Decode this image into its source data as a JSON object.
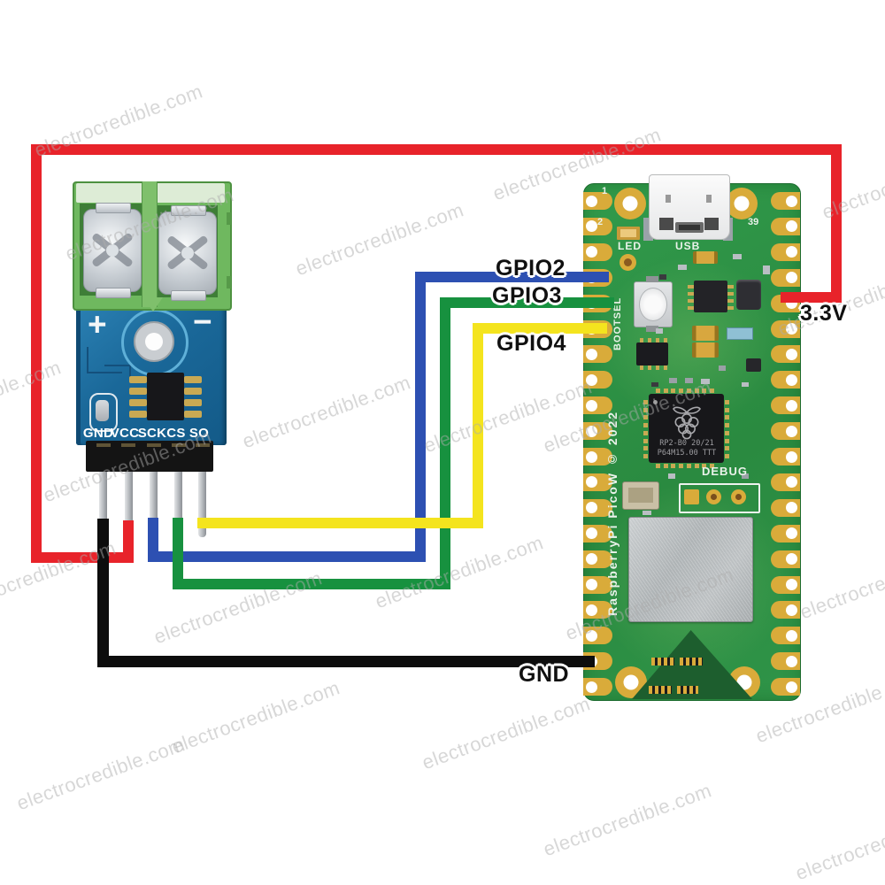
{
  "watermark": "electrocredible.com",
  "module": {
    "terminal_plus": "+",
    "terminal_minus": "−",
    "pins": [
      "GND",
      "VCC",
      "SCK",
      "CS",
      "SO"
    ]
  },
  "pico": {
    "pin1": "1",
    "pin2": "2",
    "pin39": "39",
    "led_label": "LED",
    "usb_label": "USB",
    "bootsel_label": "BOOTSEL",
    "debug_label": "DEBUG",
    "silkscreen": "RaspberryPi PicoW © 2022",
    "chip_line1": "RP2-B0  20/21",
    "chip_line2": "P64M15.00 TTT"
  },
  "connections": {
    "gpio2": {
      "label": "GPIO2",
      "module_pin": "SCK",
      "color": "#2d50b2"
    },
    "gpio3": {
      "label": "GPIO3",
      "module_pin": "CS",
      "color": "#17913f"
    },
    "gpio4": {
      "label": "GPIO4",
      "module_pin": "SO",
      "color": "#f4e41e"
    },
    "v33": {
      "label": "3.3V",
      "module_pin": "VCC",
      "color": "#e8232a"
    },
    "gnd": {
      "label": "GND",
      "module_pin": "GND",
      "color": "#0d0d0d"
    }
  }
}
